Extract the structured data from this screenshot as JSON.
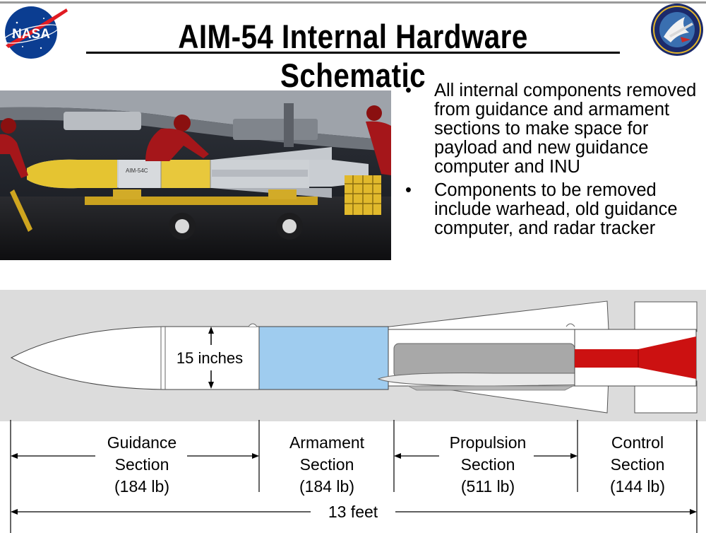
{
  "title": "AIM-54 Internal Hardware Schematic",
  "logos": {
    "left": "NASA"
  },
  "bullets": [
    "All internal components removed from guidance and armament sections to make space for payload and new guidance computer and INU",
    "Components to be removed include warhead, old guidance computer, and radar tracker"
  ],
  "schematic": {
    "diameter_label": "15 inches",
    "total_length_label": "13 feet",
    "sections": [
      {
        "name_line1": "Guidance",
        "name_line2": "Section",
        "weight": "(184 lb)"
      },
      {
        "name_line1": "Armament",
        "name_line2": "Section",
        "weight": "(184 lb)"
      },
      {
        "name_line1": "Propulsion",
        "name_line2": "Section",
        "weight": "(511 lb)"
      },
      {
        "name_line1": "Control",
        "name_line2": "Section",
        "weight": "(144 lb)"
      }
    ]
  },
  "colors": {
    "armament_fill": "#9fccef",
    "motor_fill": "#a8a8a8",
    "nozzle_fill": "#cc1111",
    "band_background": "#dcdcdc"
  }
}
